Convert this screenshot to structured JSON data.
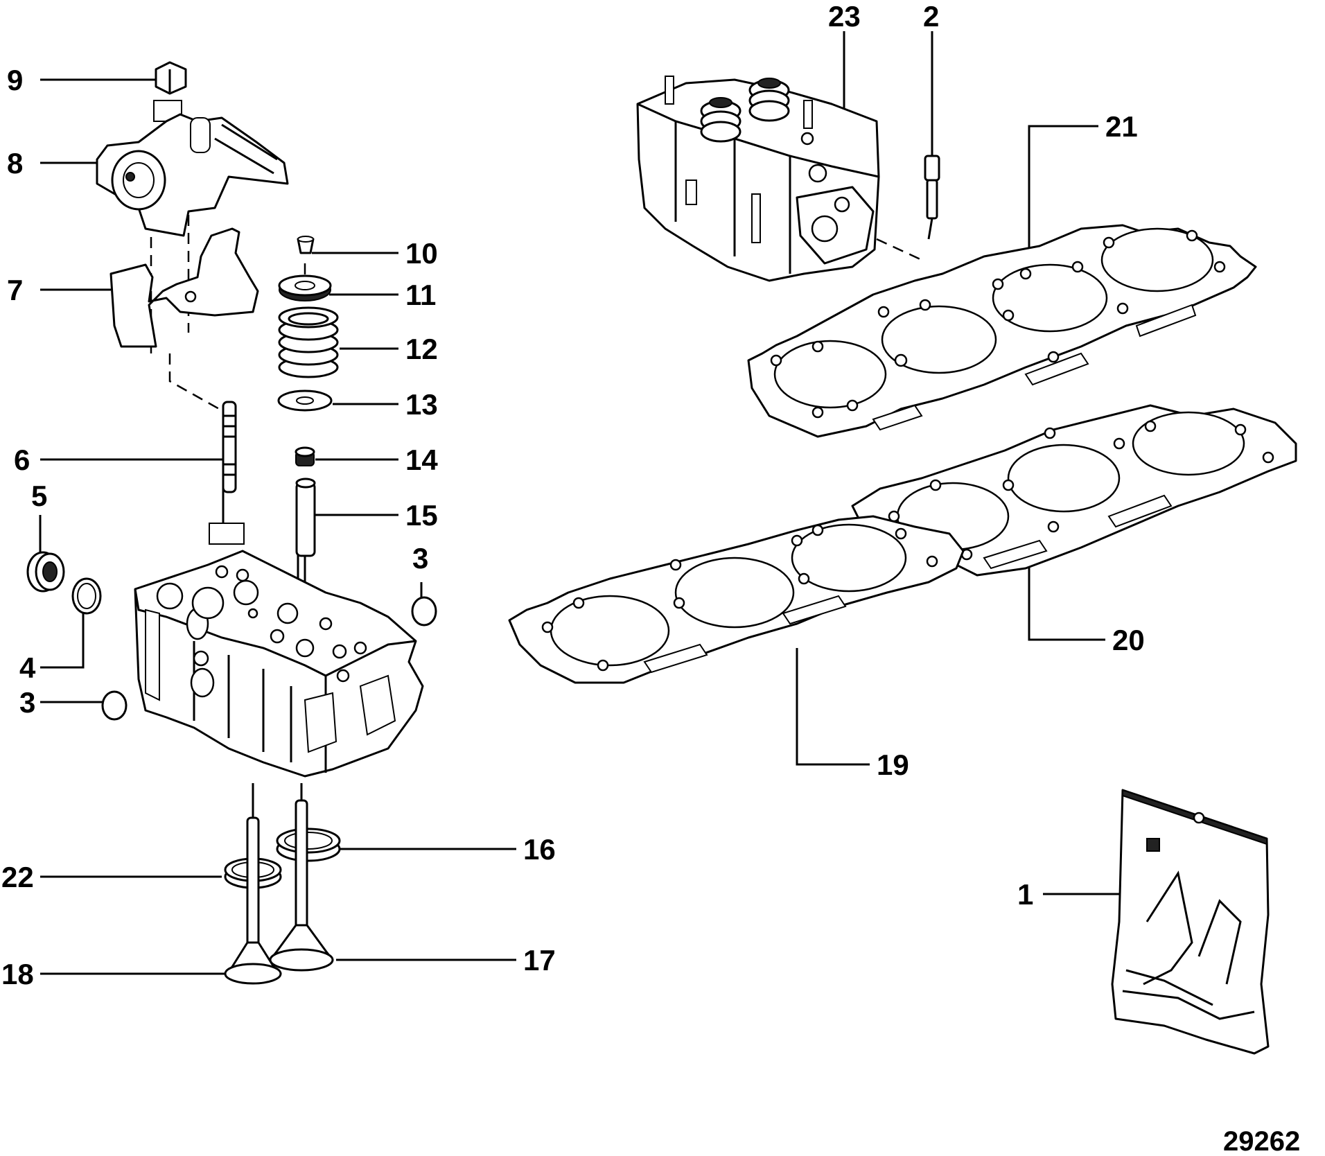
{
  "diagram": {
    "figure_number": "29262",
    "callouts": [
      {
        "id": "9",
        "label": "9"
      },
      {
        "id": "8",
        "label": "8"
      },
      {
        "id": "7",
        "label": "7"
      },
      {
        "id": "6",
        "label": "6"
      },
      {
        "id": "5",
        "label": "5"
      },
      {
        "id": "4",
        "label": "4"
      },
      {
        "id": "3a",
        "label": "3"
      },
      {
        "id": "3b",
        "label": "3"
      },
      {
        "id": "10",
        "label": "10"
      },
      {
        "id": "11",
        "label": "11"
      },
      {
        "id": "12",
        "label": "12"
      },
      {
        "id": "13",
        "label": "13"
      },
      {
        "id": "14",
        "label": "14"
      },
      {
        "id": "15",
        "label": "15"
      },
      {
        "id": "16",
        "label": "16"
      },
      {
        "id": "17",
        "label": "17"
      },
      {
        "id": "18",
        "label": "18"
      },
      {
        "id": "22",
        "label": "22"
      },
      {
        "id": "23",
        "label": "23"
      },
      {
        "id": "2",
        "label": "2"
      },
      {
        "id": "21",
        "label": "21"
      },
      {
        "id": "20",
        "label": "20"
      },
      {
        "id": "19",
        "label": "19"
      },
      {
        "id": "1",
        "label": "1"
      }
    ]
  }
}
